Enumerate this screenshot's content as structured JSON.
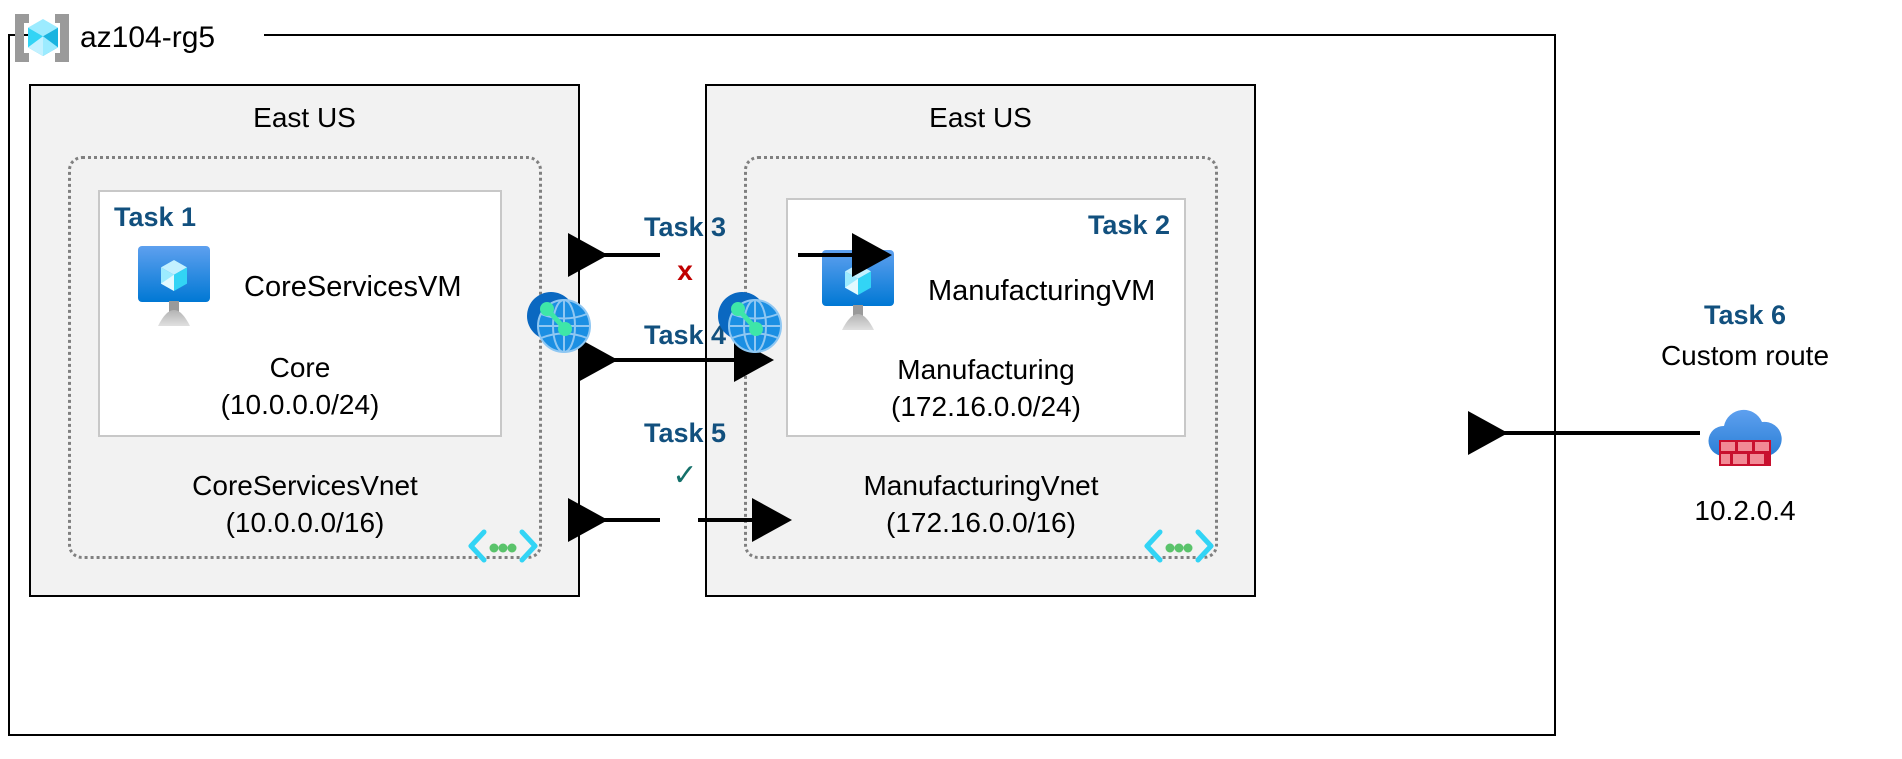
{
  "diagram": {
    "resource_group": {
      "name": "az104-rg5",
      "icon": "azure-resource-group-icon"
    },
    "regions": [
      {
        "id": "left",
        "label": "East US"
      },
      {
        "id": "right",
        "label": "East US"
      }
    ],
    "vnets": [
      {
        "id": "core",
        "name": "CoreServicesVnet",
        "cidr": "(10.0.0.0/16)",
        "icon": "vnet-brackets-icon",
        "subnet": {
          "task": "Task 1",
          "vm_name": "CoreServicesVM",
          "vm_icon": "virtual-machine-icon",
          "name": "Core",
          "cidr": "(10.0.0.0/24)"
        }
      },
      {
        "id": "manufacturing",
        "name": "ManufacturingVnet",
        "cidr": "(172.16.0.0/16)",
        "icon": "vnet-brackets-icon",
        "subnet": {
          "task": "Task 2",
          "vm_name": "ManufacturingVM",
          "vm_icon": "virtual-machine-icon",
          "name": "Manufacturing",
          "cidr": "(172.16.0.0/24)"
        }
      }
    ],
    "connections": [
      {
        "id": "task3",
        "label": "Task 3",
        "status_symbol": "x",
        "status": "blocked",
        "color": "#c00000"
      },
      {
        "id": "task4",
        "label": "Task 4",
        "status_symbol": "",
        "status": "peering",
        "color": "#12507e"
      },
      {
        "id": "task5",
        "label": "Task 5",
        "status_symbol": "✓",
        "status": "allowed",
        "color": "#14706a"
      }
    ],
    "peering_icons": [
      {
        "id": "peering-left",
        "icon": "vnet-peering-icon"
      },
      {
        "id": "peering-right",
        "icon": "vnet-peering-icon"
      }
    ],
    "custom_route": {
      "task": "Task 6",
      "label": "Custom route",
      "ip": "10.2.0.4",
      "icon": "firewall-icon"
    },
    "colors": {
      "task_blue": "#12507e",
      "region_fill": "#f2f2f2",
      "vnet_border": "#808080",
      "subnet_border": "#c8c8c8",
      "x_red": "#c00000",
      "check_teal": "#14706a",
      "azure_blue": "#0078d4",
      "cyan": "#50e6ff"
    }
  }
}
